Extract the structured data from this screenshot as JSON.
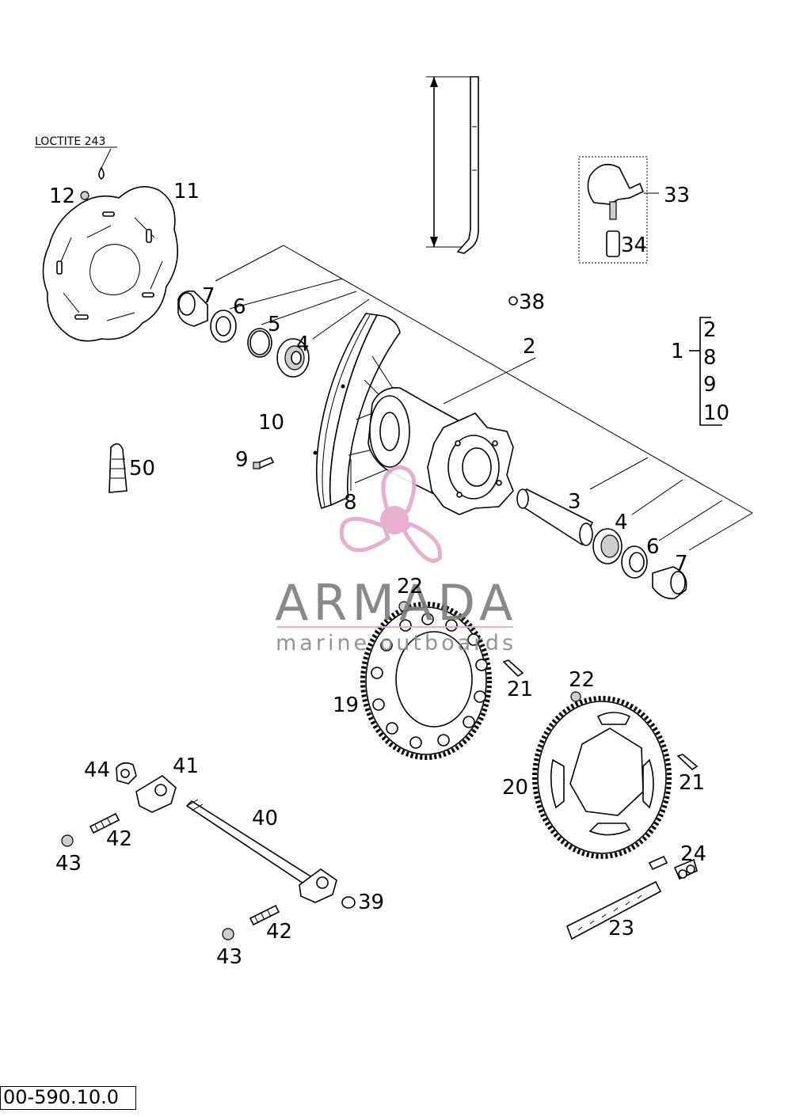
{
  "note": "LOCTITE 243",
  "labels": {
    "p1": "1",
    "p2": "2",
    "p3": "3",
    "p4a": "4",
    "p4b": "4",
    "p5": "5",
    "p6a": "6",
    "p6b": "6",
    "p7a": "7",
    "p7b": "7",
    "p8": "8",
    "p9": "9",
    "p10": "10",
    "p11": "11",
    "p12": "12",
    "p19": "19",
    "p20": "20",
    "p21a": "21",
    "p21b": "21",
    "p22a": "22",
    "p22b": "22",
    "p23": "23",
    "p24": "24",
    "p33": "33",
    "p34": "34",
    "p38": "38",
    "p39": "39",
    "p40": "40",
    "p41": "41",
    "p42a": "42",
    "p42b": "42",
    "p43a": "43",
    "p43b": "43",
    "p44": "44",
    "p50": "50"
  },
  "assembly_group": {
    "parent": "1",
    "items": [
      "2",
      "8",
      "9",
      "10"
    ]
  },
  "watermark": {
    "brand": "ARMADA",
    "tagline": "marine outboards",
    "color": "#e6a6c8"
  },
  "drawing_number": "00-590.10.0"
}
